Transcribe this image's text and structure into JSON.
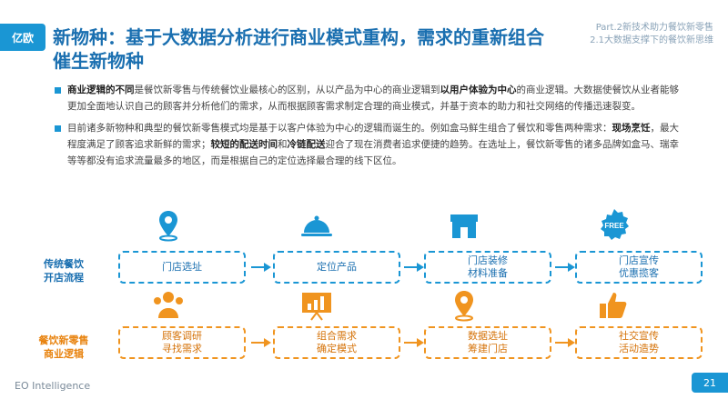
{
  "header": {
    "logo": "亿欧",
    "title_line1": "新物种：基于大数据分析进行商业模式重构，需求的重新组合",
    "title_line2": "催生新物种",
    "part_line1": "Part.2新技术助力餐饮新零售",
    "part_line2": "2.1大数据支撑下的餐饮新思维"
  },
  "bullets": [
    {
      "b1": "商业逻辑的不同",
      "t1": "是餐饮新零售与传统餐饮业最核心的区别，从以产品为中心的商业逻辑到",
      "b2": "以用户体验为中心",
      "t2": "的商业逻辑。大数据使餐饮从业者能够更加全面地认识自己的顾客并分析他们的需求，从而根据顾客需求制定合理的商业模式，并基于资本的助力和社交网络的传播迅速裂变。"
    },
    {
      "t0": "目前诸多新物种和典型的餐饮新零售模式均是基于以客户体验为中心的逻辑而诞生的。例如盒马鲜生组合了餐饮和零售两种需求：",
      "b1": "现场烹饪",
      "t1": "，最大程度满足了顾客追求新鲜的需求；",
      "b2": "较短的配送时间",
      "t2": "和",
      "b3": "冷链配送",
      "t3": "迎合了现在消费者追求便捷的趋势。在选址上，餐饮新零售的诸多品牌如盒马、瑞幸等等都没有追求流量最多的地区，而是根据自己的定位选择最合理的线下区位。"
    }
  ],
  "flow": {
    "traditional_label_1": "传统餐饮",
    "traditional_label_2": "开店流程",
    "traditional_steps": [
      {
        "l1": "门店选址",
        "l2": ""
      },
      {
        "l1": "定位产品",
        "l2": ""
      },
      {
        "l1": "门店装修",
        "l2": "材料准备"
      },
      {
        "l1": "门店宣传",
        "l2": "优惠揽客"
      }
    ],
    "traditional_icons": [
      "location-pin-icon",
      "cloche-icon",
      "storefront-icon",
      "free-badge-icon"
    ],
    "traditional_free_text": "FREE",
    "new_label_1": "餐饮新零售",
    "new_label_2": "商业逻辑",
    "new_steps": [
      {
        "l1": "顾客调研",
        "l2": "寻找需求"
      },
      {
        "l1": "组合需求",
        "l2": "确定模式"
      },
      {
        "l1": "数据选址",
        "l2": "筹建门店"
      },
      {
        "l1": "社交宣传",
        "l2": "活动造势"
      }
    ],
    "new_icons": [
      "people-icon",
      "presentation-board-icon",
      "map-pin-icon",
      "thumbs-up-icon"
    ]
  },
  "colors": {
    "blue": "#1a96d4",
    "orange": "#f0941f",
    "title_blue": "#1a6fb0"
  },
  "footer": {
    "brand": "EO Intelligence",
    "page": "21"
  }
}
